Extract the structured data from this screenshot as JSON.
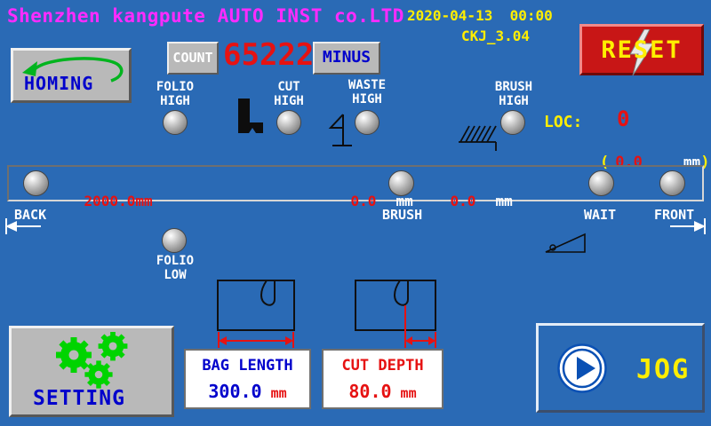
{
  "colors": {
    "background": "#2a6ab5",
    "title_magenta": "#ff2bff",
    "accent_yellow": "#ffee00",
    "value_red": "#e61212",
    "button_text_blue": "#0000cc",
    "reset_red": "#c81616",
    "gear_green": "#00d400"
  },
  "header": {
    "company": "Shenzhen kangpute AUTO INST co.LTD",
    "datetime": "2020-04-13  00:00",
    "version": "CKJ_3.04"
  },
  "reset": {
    "label": "RESET"
  },
  "homing": {
    "label": "HOMING"
  },
  "counter": {
    "label": "COUNT",
    "value": "65222",
    "minus": "MINUS"
  },
  "indicators": {
    "folio_high": {
      "line1": "FOLIO",
      "line2": "HIGH"
    },
    "cut_high": {
      "line1": "CUT",
      "line2": "HIGH"
    },
    "waste_high": {
      "line1": "WASTE",
      "line2": "HIGH"
    },
    "brush_high": {
      "line1": "BRUSH",
      "line2": "HIGH"
    },
    "folio_low": {
      "line1": "FOLIO",
      "line2": "LOW"
    }
  },
  "loc": {
    "label": "LOC:",
    "value": "0",
    "paren_open": "(",
    "sub_value": "0.0",
    "unit": "mm",
    "paren_close": ")"
  },
  "track": {
    "pos_back": {
      "value": "2000.0",
      "unit": "mm"
    },
    "pos_mid1": {
      "value": "0.0",
      "unit": "mm"
    },
    "pos_mid2": {
      "value": "0.0",
      "unit": "mm"
    },
    "zones": [
      "BACK",
      "BRUSH",
      "WAIT",
      "FRONT"
    ]
  },
  "bag_length": {
    "title": "BAG LENGTH",
    "value": "300.0",
    "unit": "mm"
  },
  "cut_depth": {
    "title": "CUT DEPTH",
    "value": "80.0",
    "unit": "mm"
  },
  "setting": {
    "label": "SETTING"
  },
  "jog": {
    "label": "JOG"
  }
}
